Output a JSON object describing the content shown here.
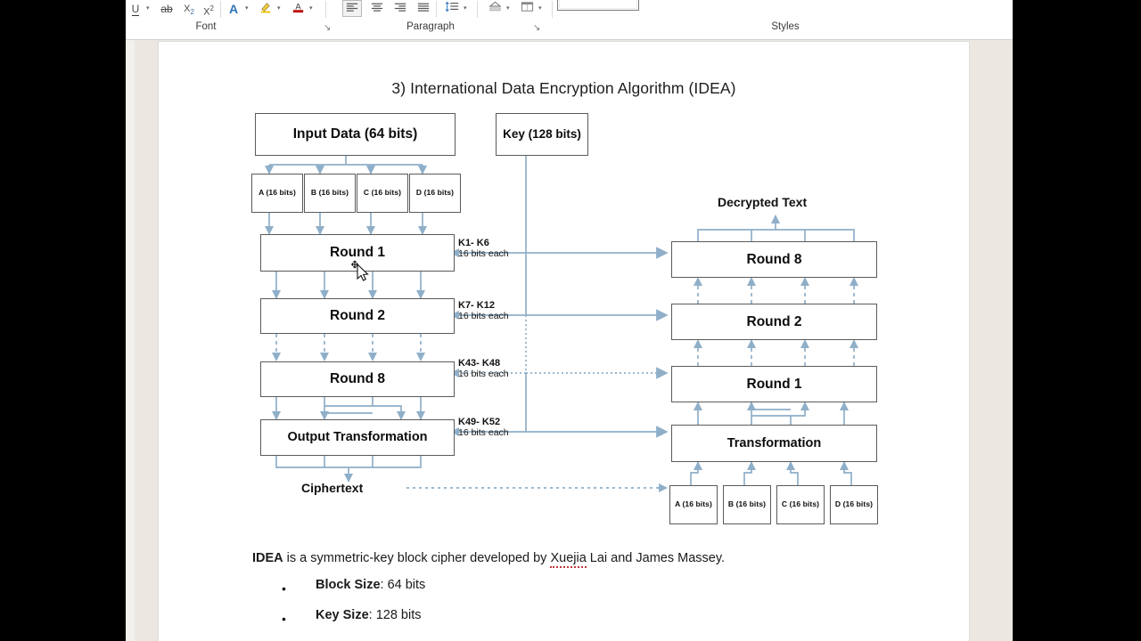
{
  "app": {
    "ribbon": {
      "groups": [
        {
          "label": "Font",
          "launcher": "↘"
        },
        {
          "label": "Paragraph",
          "launcher": "↘"
        },
        {
          "label": "Styles",
          "launcher": ""
        }
      ],
      "font_icons": [
        {
          "name": "underline-icon",
          "glyph": "U",
          "caret": true
        },
        {
          "name": "strikethrough-icon",
          "glyph": "ab",
          "caret": false
        },
        {
          "name": "subscript-icon",
          "glyph": "X₂",
          "caret": false
        },
        {
          "name": "superscript-icon",
          "glyph": "X²",
          "caret": false
        },
        {
          "name": "text-effects-icon",
          "glyph": "A",
          "caret": true
        },
        {
          "name": "text-highlight-color-icon",
          "glyph": "✐",
          "caret": true
        },
        {
          "name": "font-color-icon",
          "glyph": "A",
          "caret": true
        }
      ],
      "paragraph_icons": [
        {
          "name": "align-left-icon",
          "glyph": "≡",
          "caret": false
        },
        {
          "name": "align-center-icon",
          "glyph": "≡",
          "caret": false
        },
        {
          "name": "align-right-icon",
          "glyph": "≡",
          "caret": false
        },
        {
          "name": "justify-icon",
          "glyph": "≡",
          "caret": false
        },
        {
          "name": "line-spacing-icon",
          "glyph": "↕≡",
          "caret": true
        },
        {
          "name": "shading-icon",
          "glyph": "◧",
          "caret": true
        },
        {
          "name": "borders-icon",
          "glyph": "▦",
          "caret": true
        }
      ],
      "style_gallery_selected": ""
    }
  },
  "document": {
    "title": "3) International Data Encryption Algorithm (IDEA)",
    "diagram": {
      "input_box": "Input Data (64 bits)",
      "key_box": "Key (128 bits)",
      "sub_blocks": [
        "A (16 bits)",
        "B (16 bits)",
        "C (16 bits)",
        "D (16 bits)"
      ],
      "encrypt_rounds": [
        "Round 1",
        "Round 2",
        "Round 8"
      ],
      "output_transformation": "Output Transformation",
      "ciphertext_label": "Ciphertext",
      "decrypted_label": "Decrypted Text",
      "decrypt_rounds": [
        "Round 8",
        "Round 2",
        "Round 1"
      ],
      "decrypt_transformation": "Transformation",
      "decrypt_sub_blocks": [
        "A (16 bits)",
        "B (16 bits)",
        "C (16 bits)",
        "D (16 bits)"
      ],
      "key_groups": [
        {
          "keys": "K1- K6",
          "size": "16 bits each"
        },
        {
          "keys": "K7- K12",
          "size": "16 bits each"
        },
        {
          "keys": "K43- K48",
          "size": "16 bits each"
        },
        {
          "keys": "K49- K52",
          "size": "16 bits each"
        }
      ],
      "colors": {
        "wire": "#8fafc9",
        "box_border": "#5a5a5a"
      }
    },
    "paragraph": {
      "lead_bold": "IDEA",
      "rest_a": " is a symmetric-key block cipher developed by ",
      "misspelled": "Xuejia",
      "rest_b": " Lai and James Massey."
    },
    "bullets": [
      {
        "dot": "•",
        "term": "Block Size",
        "value": ": 64 bits"
      },
      {
        "dot": "•",
        "term": "Key Size",
        "value": ": 128 bits"
      }
    ]
  }
}
